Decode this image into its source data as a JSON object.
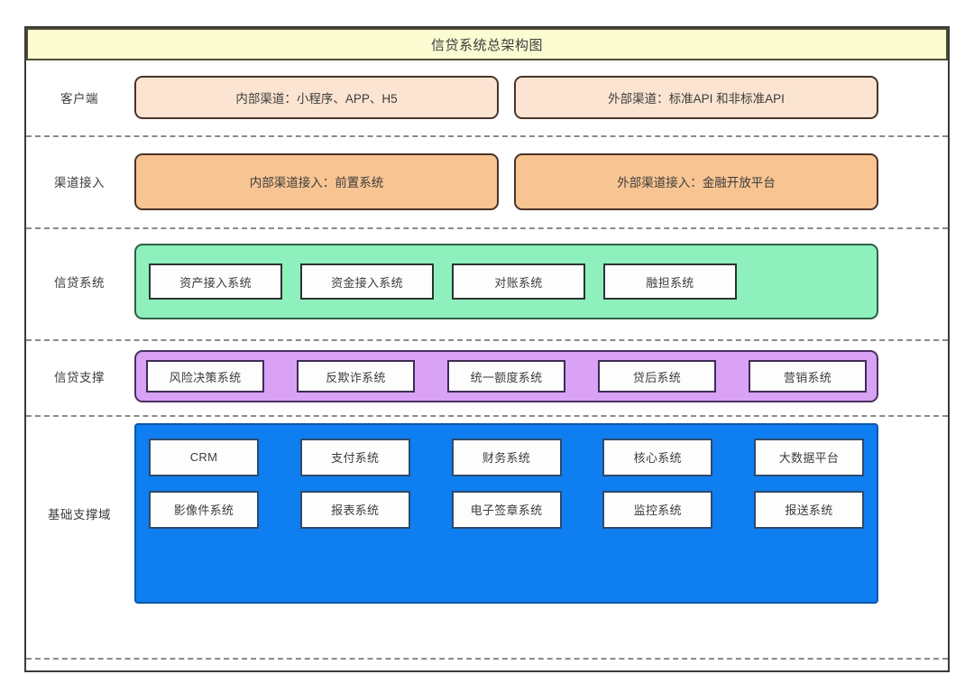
{
  "diagram": {
    "title": "信贷系统总架构图",
    "layers": [
      {
        "label": "客户端",
        "boxes": [
          {
            "text": "内部渠道：小程序、APP、H5"
          },
          {
            "text": "外部渠道：标准API 和非标准API"
          }
        ]
      },
      {
        "label": "渠道接入",
        "boxes": [
          {
            "text": "内部渠道接入：前置系统"
          },
          {
            "text": "外部渠道接入：金融开放平台"
          }
        ]
      },
      {
        "label": "信贷系统",
        "cards": [
          {
            "text": "资产接入系统"
          },
          {
            "text": "资金接入系统"
          },
          {
            "text": "对账系统"
          },
          {
            "text": "融担系统"
          }
        ]
      },
      {
        "label": "信贷支撑",
        "cards": [
          {
            "text": "风险决策系统"
          },
          {
            "text": "反欺诈系统"
          },
          {
            "text": "统一额度系统"
          },
          {
            "text": "贷后系统"
          },
          {
            "text": "营销系统"
          }
        ]
      },
      {
        "label": "基础支撑域",
        "cards_row1": [
          {
            "text": "CRM"
          },
          {
            "text": "支付系统"
          },
          {
            "text": "财务系统"
          },
          {
            "text": "核心系统"
          },
          {
            "text": "大数据平台"
          }
        ],
        "cards_row2": [
          {
            "text": "影像件系统"
          },
          {
            "text": "报表系统"
          },
          {
            "text": "电子签章系统"
          },
          {
            "text": "监控系统"
          },
          {
            "text": "报送系统"
          }
        ]
      }
    ]
  },
  "colors": {
    "title_band_bg": "#fcfcd2",
    "title_band_border": "#4d4d33",
    "client_box_bg": "#fbe4d1",
    "access_box_bg": "#f8c492",
    "box_border_brown": "#4a3328",
    "credit_band_bg": "#8ef0bd",
    "credit_band_border": "#2f5f44",
    "support_band_bg": "#d9a2f5",
    "support_band_border": "#4a2f63",
    "base_band_bg": "#0f7ef0",
    "base_band_border": "#0a58a8",
    "card_bg": "#fdfdfd",
    "frame_border": "#3a3a3a",
    "separator": "#8a8a8a",
    "text": "#3c3c3c"
  }
}
